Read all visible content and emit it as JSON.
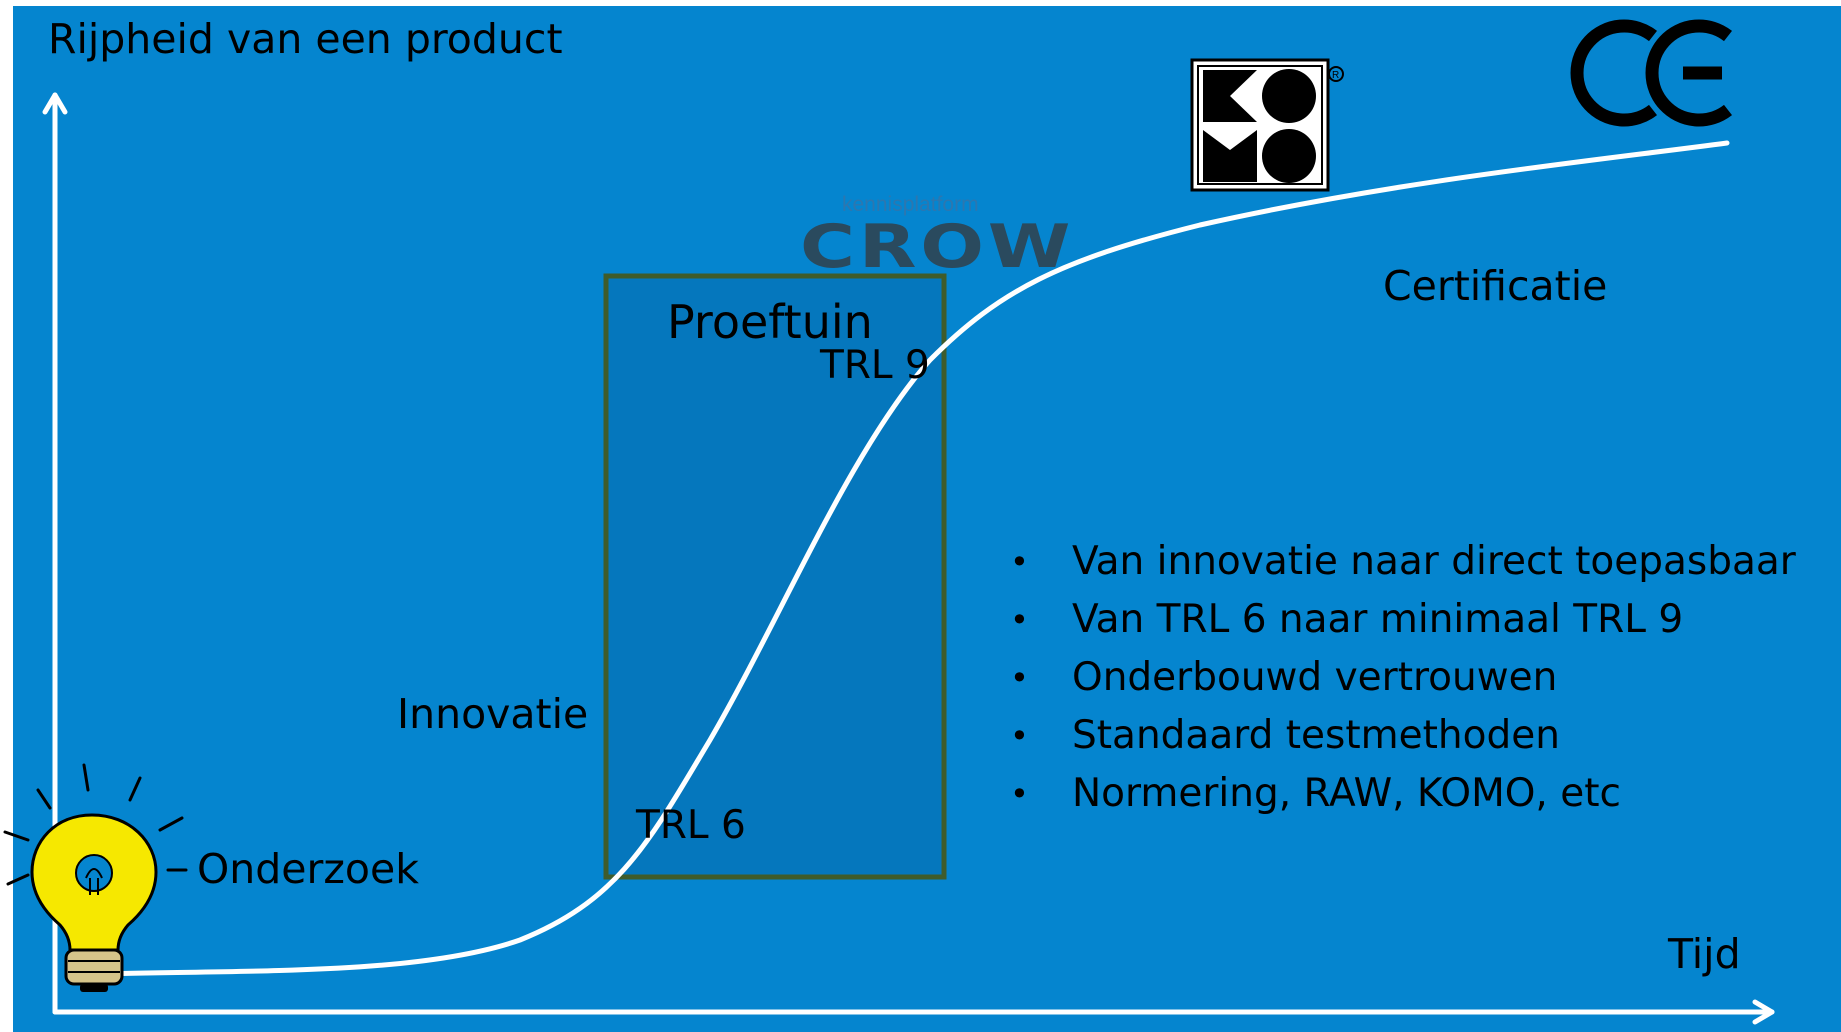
{
  "axes": {
    "y_label": "Rijpheid van een product",
    "x_label": "Tijd"
  },
  "stages": {
    "onderzoek": "Onderzoek",
    "innovatie": "Innovatie",
    "certificatie": "Certificatie"
  },
  "proeftuin": {
    "title": "Proeftuin",
    "trl_start": "TRL 6",
    "trl_end": "TRL 9"
  },
  "bullets": [
    "Van innovatie naar direct toepasbaar",
    "Van TRL 6 naar minimaal TRL 9",
    "Onderbouwd vertrouwen",
    "Standaard testmethoden",
    "Normering, RAW, KOMO, etc"
  ],
  "bullet_symbol": "•",
  "logos": {
    "crow_subtitle": "kennisplatform",
    "crow_name": "CROW",
    "komo_letters": "KOMO",
    "ce_mark": "CE"
  },
  "colors": {
    "background": "#0585cf",
    "proeftuin_box": "#0577bd",
    "proeftuin_border": "#3f5c2b",
    "curve": "#ffffff",
    "bulb": "#f6e800"
  }
}
